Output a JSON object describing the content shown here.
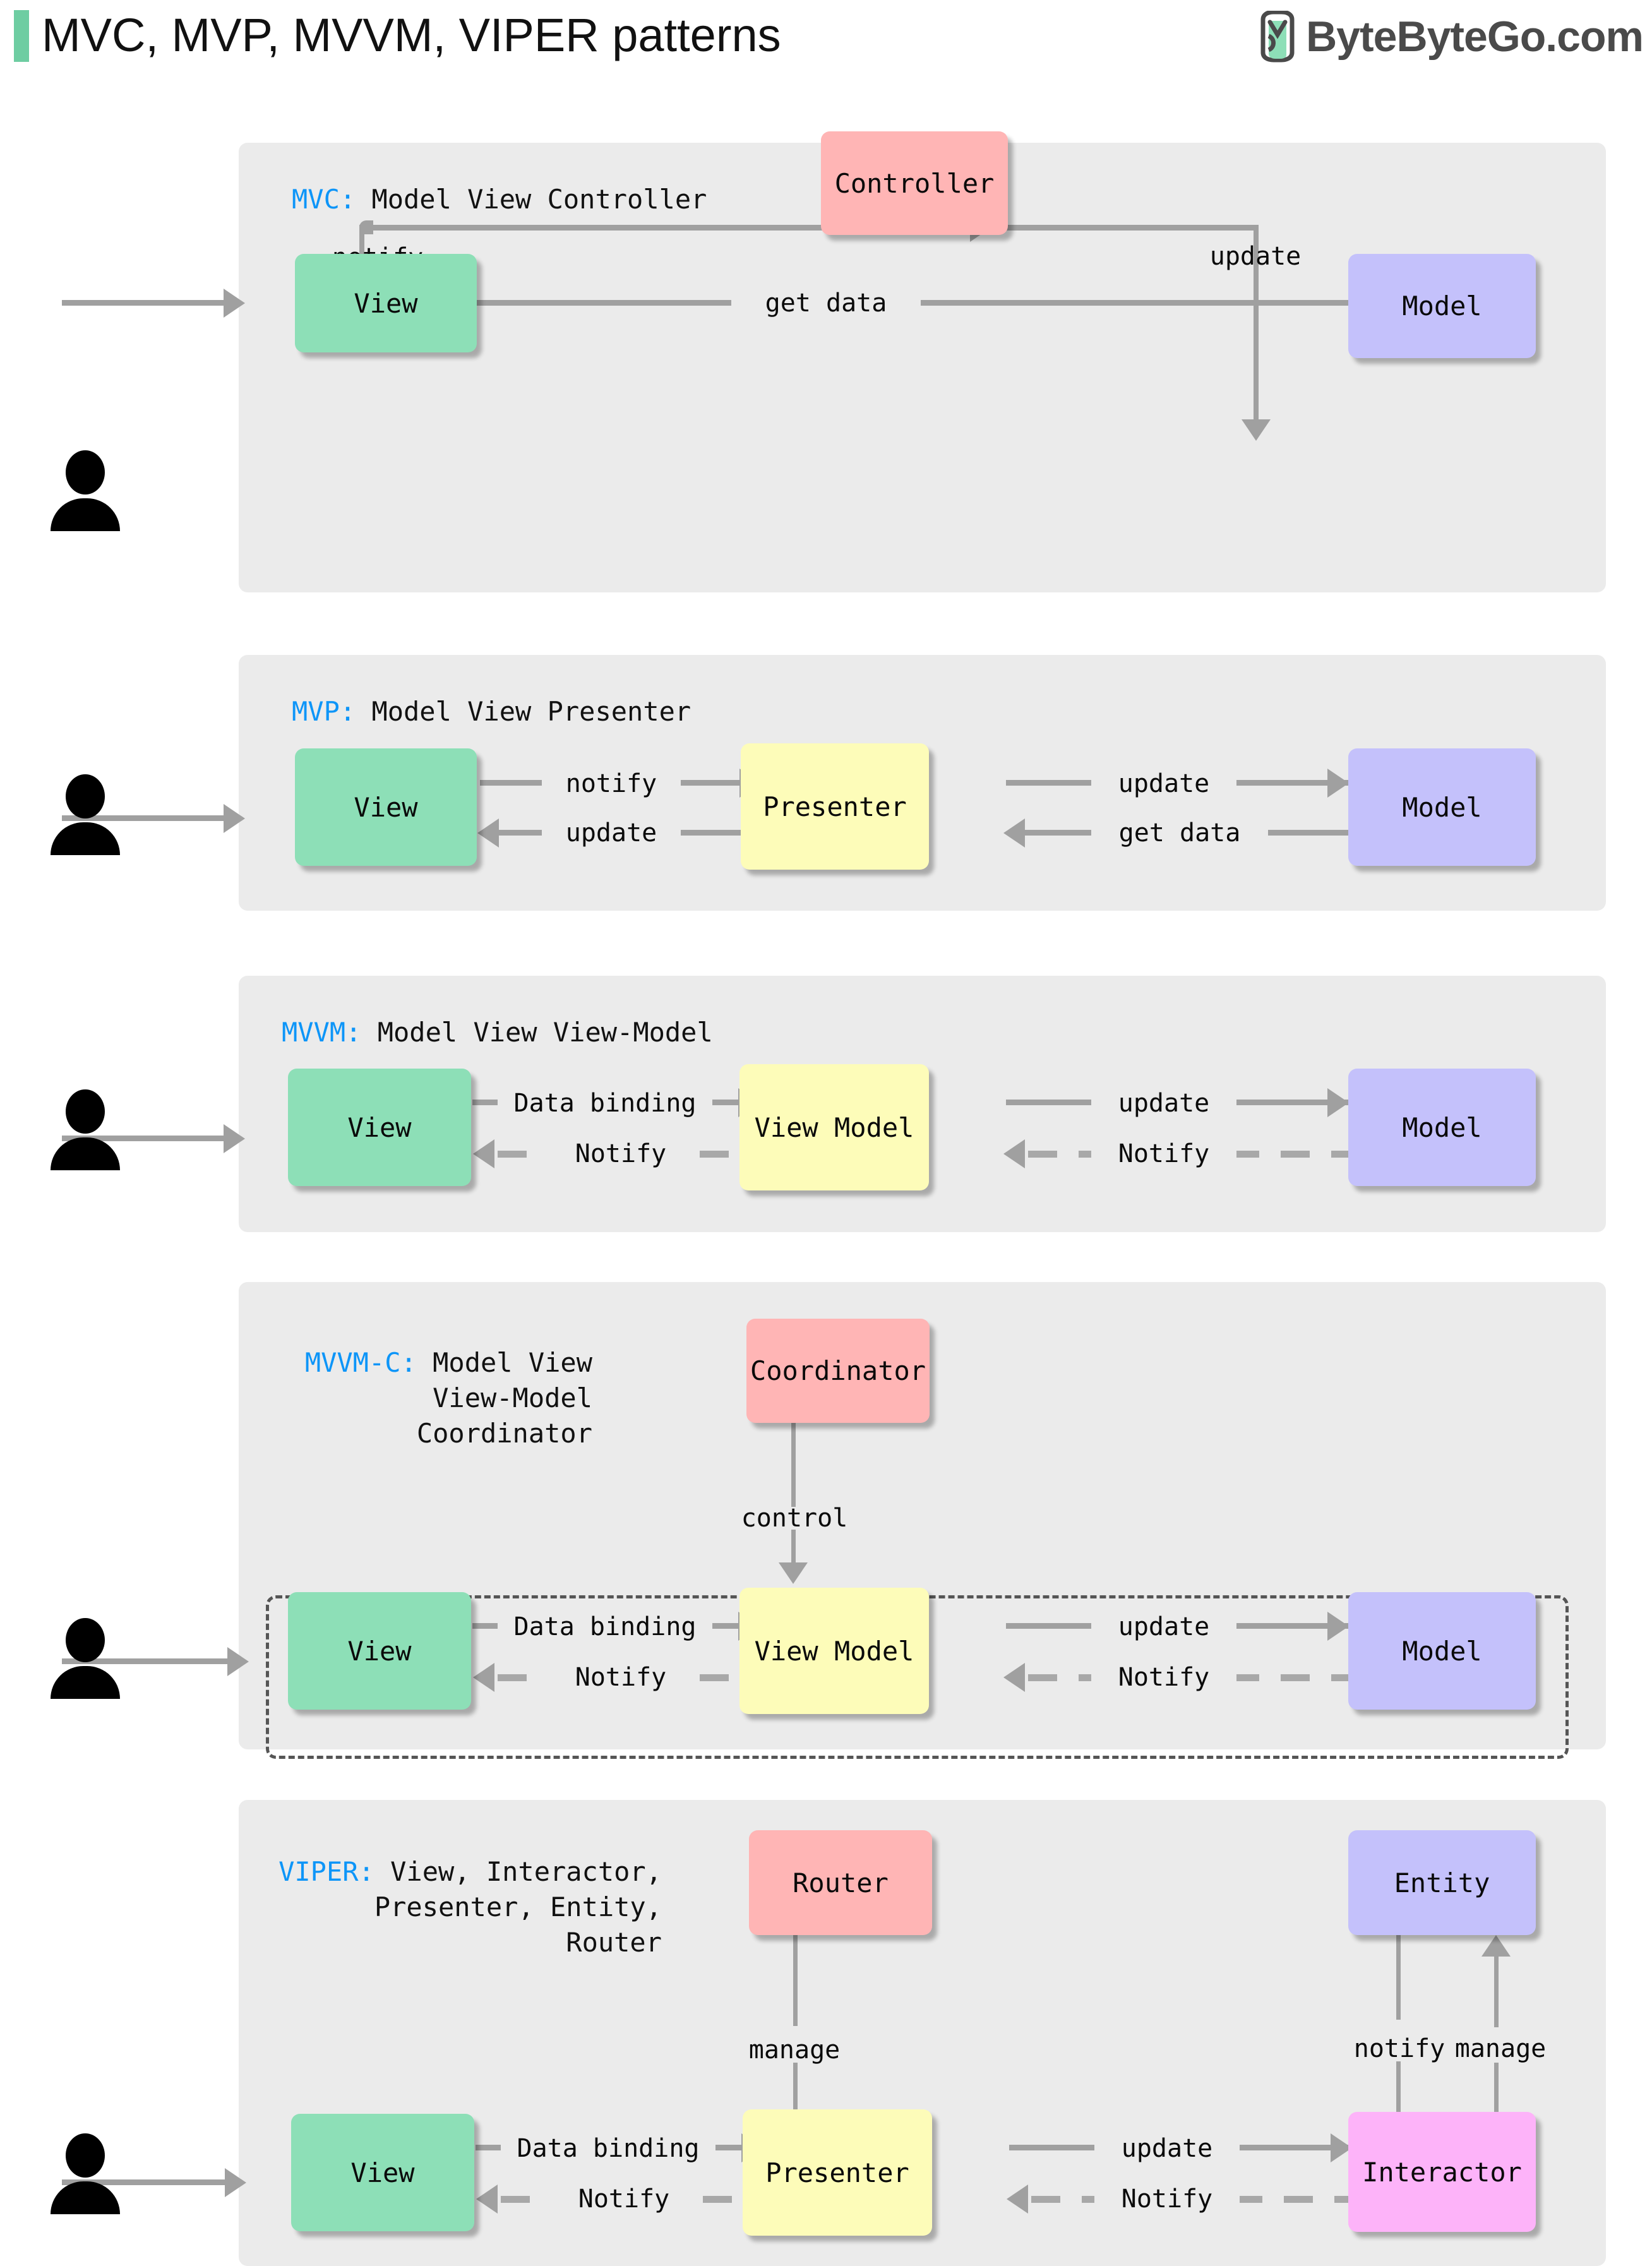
{
  "header": {
    "title": "MVC, MVP, MVVM, VIPER patterns",
    "brand_text": "ByteByteGo.com",
    "brand_icon": "bytebytego-logo-icon",
    "accent_color": "#6ecda2",
    "tag_color": "#0d95f8"
  },
  "actor_label": "user-actor-icon",
  "sections": [
    {
      "id": "mvc",
      "tag": "MVC:",
      "title_lines": [
        "Model View Controller"
      ],
      "nodes": [
        {
          "name": "view",
          "label": "View",
          "color": "#8ddfb7"
        },
        {
          "name": "controller",
          "label": "Controller",
          "color": "#ffb5b5"
        },
        {
          "name": "model",
          "label": "Model",
          "color": "#c4c1fb"
        }
      ],
      "edges": [
        {
          "from": "user",
          "to": "view",
          "label": "",
          "style": "solid"
        },
        {
          "from": "view",
          "to": "controller",
          "label": "notify",
          "style": "solid"
        },
        {
          "from": "controller",
          "to": "model",
          "label": "update",
          "style": "solid"
        },
        {
          "from": "model",
          "to": "view",
          "label": "get data",
          "style": "solid"
        }
      ]
    },
    {
      "id": "mvp",
      "tag": "MVP:",
      "title_lines": [
        "Model View Presenter"
      ],
      "nodes": [
        {
          "name": "view",
          "label": "View",
          "color": "#8ddfb7"
        },
        {
          "name": "presenter",
          "label": "Presenter",
          "color": "#fdfcb9"
        },
        {
          "name": "model",
          "label": "Model",
          "color": "#c4c1fb"
        }
      ],
      "edges": [
        {
          "from": "user",
          "to": "view",
          "label": "",
          "style": "solid"
        },
        {
          "from": "view",
          "to": "presenter",
          "label": "notify",
          "style": "solid"
        },
        {
          "from": "presenter",
          "to": "model",
          "label": "update",
          "style": "solid"
        },
        {
          "from": "model",
          "to": "presenter",
          "label": "get data",
          "style": "solid"
        },
        {
          "from": "presenter",
          "to": "view",
          "label": "update",
          "style": "solid"
        }
      ]
    },
    {
      "id": "mvvm",
      "tag": "MVVM:",
      "title_lines": [
        "Model View View-Model"
      ],
      "nodes": [
        {
          "name": "view",
          "label": "View",
          "color": "#8ddfb7"
        },
        {
          "name": "view-model",
          "label": "View Model",
          "color": "#fdfcb9"
        },
        {
          "name": "model",
          "label": "Model",
          "color": "#c4c1fb"
        }
      ],
      "edges": [
        {
          "from": "user",
          "to": "view",
          "label": "",
          "style": "solid"
        },
        {
          "from": "view",
          "to": "view-model",
          "label": "Data binding",
          "style": "solid"
        },
        {
          "from": "view-model",
          "to": "model",
          "label": "update",
          "style": "solid"
        },
        {
          "from": "model",
          "to": "view-model",
          "label": "Notify",
          "style": "dashed"
        },
        {
          "from": "view-model",
          "to": "view",
          "label": "Notify",
          "style": "dashed"
        }
      ]
    },
    {
      "id": "mvvm-c",
      "tag": "MVVM-C:",
      "title_lines": [
        "Model View",
        "View-Model",
        "Coordinator"
      ],
      "nodes": [
        {
          "name": "coordinator",
          "label": "Coordinator",
          "color": "#ffb5b5"
        },
        {
          "name": "view",
          "label": "View",
          "color": "#8ddfb7"
        },
        {
          "name": "view-model",
          "label": "View Model",
          "color": "#fdfcb9"
        },
        {
          "name": "model",
          "label": "Model",
          "color": "#c4c1fb"
        }
      ],
      "edges": [
        {
          "from": "coordinator",
          "to": "group",
          "label": "control",
          "style": "solid"
        },
        {
          "from": "user",
          "to": "view",
          "label": "",
          "style": "solid"
        },
        {
          "from": "view",
          "to": "view-model",
          "label": "Data binding",
          "style": "solid"
        },
        {
          "from": "view-model",
          "to": "model",
          "label": "update",
          "style": "solid"
        },
        {
          "from": "model",
          "to": "view-model",
          "label": "Notify",
          "style": "dashed"
        },
        {
          "from": "view-model",
          "to": "view",
          "label": "Notify",
          "style": "dashed"
        }
      ],
      "grouped": [
        "view",
        "view-model",
        "model"
      ]
    },
    {
      "id": "viper",
      "tag": "VIPER:",
      "title_lines": [
        "View, Interactor,",
        "Presenter, Entity,",
        "Router"
      ],
      "nodes": [
        {
          "name": "router",
          "label": "Router",
          "color": "#ffb5b5"
        },
        {
          "name": "entity",
          "label": "Entity",
          "color": "#c4c1fb"
        },
        {
          "name": "view",
          "label": "View",
          "color": "#8ddfb7"
        },
        {
          "name": "presenter",
          "label": "Presenter",
          "color": "#fdfcb9"
        },
        {
          "name": "interactor",
          "label": "Interactor",
          "color": "#fdb3f9"
        }
      ],
      "edges": [
        {
          "from": "router",
          "to": "presenter",
          "label": "manage",
          "style": "solid"
        },
        {
          "from": "entity",
          "to": "interactor",
          "label": "notify",
          "style": "solid"
        },
        {
          "from": "interactor",
          "to": "entity",
          "label": "manage",
          "style": "solid"
        },
        {
          "from": "user",
          "to": "view",
          "label": "",
          "style": "solid"
        },
        {
          "from": "view",
          "to": "presenter",
          "label": "Data binding",
          "style": "solid"
        },
        {
          "from": "presenter",
          "to": "interactor",
          "label": "update",
          "style": "solid"
        },
        {
          "from": "interactor",
          "to": "presenter",
          "label": "Notify",
          "style": "dashed"
        },
        {
          "from": "presenter",
          "to": "view",
          "label": "Notify",
          "style": "dashed"
        }
      ]
    }
  ]
}
